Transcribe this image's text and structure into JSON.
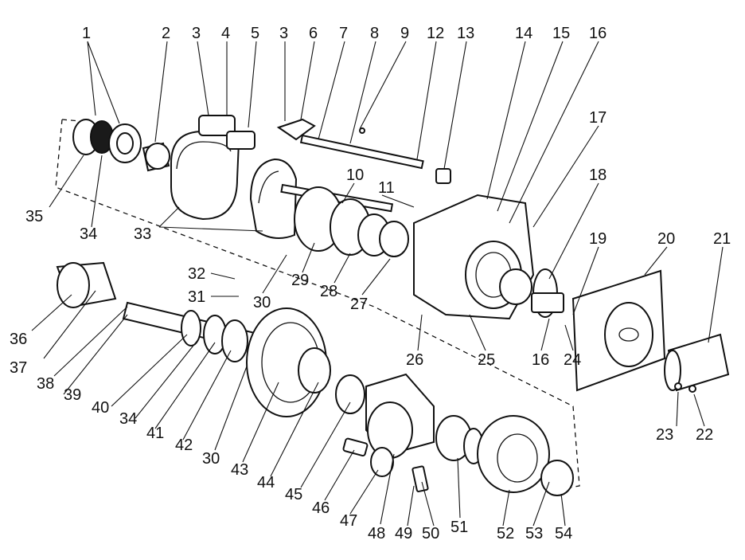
{
  "diagram": {
    "callouts": [
      "1",
      "2",
      "3",
      "4",
      "5",
      "3",
      "6",
      "7",
      "8",
      "9",
      "12",
      "13",
      "14",
      "15",
      "16",
      "17",
      "10",
      "11",
      "18",
      "19",
      "20",
      "21",
      "35",
      "34",
      "33",
      "29",
      "28",
      "27",
      "30",
      "32",
      "31",
      "26",
      "25",
      "16",
      "24",
      "36",
      "37",
      "38",
      "39",
      "40",
      "34",
      "41",
      "42",
      "30",
      "43",
      "44",
      "45",
      "46",
      "47",
      "48",
      "49",
      "50",
      "51",
      "52",
      "53",
      "54",
      "23",
      "22"
    ]
  }
}
